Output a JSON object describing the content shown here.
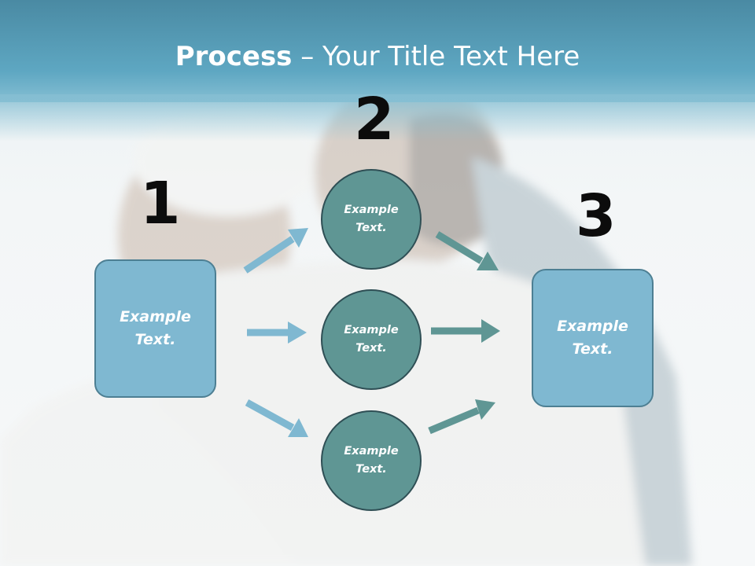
{
  "slide": {
    "title_bold": "Process",
    "title_rest": " – Your Title Text Here"
  },
  "steps": {
    "step1_number": "1",
    "step2_number": "2",
    "step3_number": "3"
  },
  "nodes": {
    "left_box": "Example Text.",
    "circle_top": "Example Text.",
    "circle_middle": "Example Text.",
    "circle_bottom": "Example Text.",
    "right_box": "Example Text."
  },
  "colors": {
    "header": "#5ea7c2",
    "box_fill": "#7fb8d1",
    "circle_fill": "#5f9694",
    "left_arrows": "#7fb8d1",
    "right_arrows": "#5f9694"
  },
  "background": {
    "image": "blurred photo of smiling couple in white knitted winter clothes"
  }
}
